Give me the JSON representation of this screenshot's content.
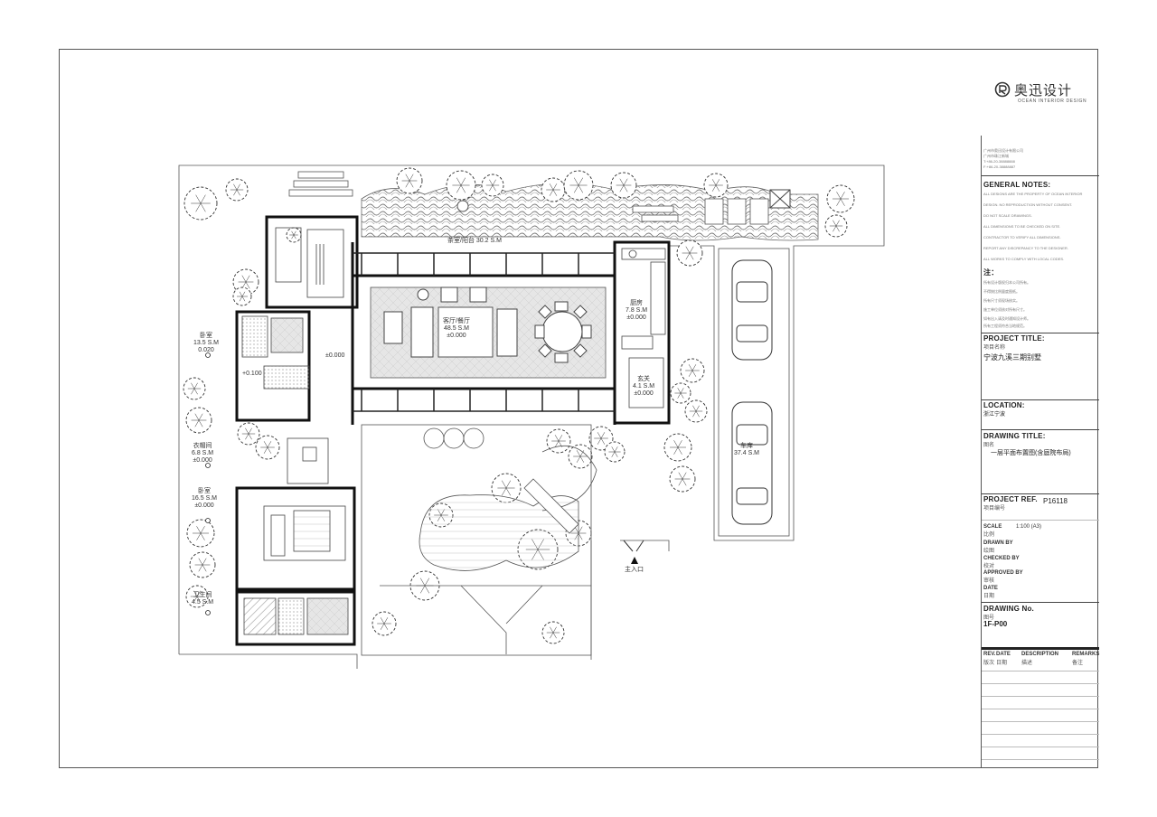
{
  "logo": {
    "name": "奥迅设计",
    "subtitle": "OCEAN INTERIOR DESIGN"
  },
  "company": {
    "lines": [
      "广州市奥迅设计有限公司",
      "广州市珠江新城",
      "T:+86-20-38888888",
      "F:+86-20-38888887"
    ]
  },
  "general_notes": {
    "title": "GENERAL NOTES:",
    "notes_en": [
      "ALL DESIGNS ARE THE PROPERTY OF OCEAN INTERIOR",
      "DESIGN. NO REPRODUCTION WITHOUT CONSENT.",
      "DO NOT SCALE DRAWINGS.",
      "ALL DIMENSIONS TO BE CHECKED ON SITE.",
      "CONTRACTOR TO VERIFY ALL DIMENSIONS.",
      "REPORT ANY DISCREPANCY TO THE DESIGNER.",
      "ALL WORKS TO COMPLY WITH LOCAL CODES."
    ],
    "cn_title": "注：",
    "notes_cn": [
      "所有设计版权归本公司所有。",
      "不得按比例量度图纸。",
      "所有尺寸须现场核实。",
      "施工单位须核对所有尺寸。",
      "如有出入请及时通知设计师。",
      "所有工程须符合当地规范。"
    ]
  },
  "project_title": {
    "label": "PROJECT TITLE:",
    "sub": "项目名称",
    "value": "宁波九溪三期别墅"
  },
  "location": {
    "label": "LOCATION:",
    "value": "浙江宁波"
  },
  "drawing_title": {
    "label": "DRAWING TITLE:",
    "sub": "图名",
    "value": "一层平面布置图(含庭院布局)"
  },
  "project_ref": {
    "label": "PROJECT REF.",
    "sub": "项目编号",
    "value": "P16118"
  },
  "scale": {
    "label": "SCALE",
    "sub": "比例",
    "value": "1:100  (A3)"
  },
  "drawn_by": {
    "label": "DRAWN BY",
    "sub": "绘图"
  },
  "checked_by": {
    "label": "CHECKED BY",
    "sub": "校对"
  },
  "approved_by": {
    "label": "APPROVED BY",
    "sub": "审核"
  },
  "date": {
    "label": "DATE",
    "sub": "日期"
  },
  "drawing_no": {
    "label": "DRAWING No.",
    "sub": "图号",
    "value": "1F-P00"
  },
  "revisions": {
    "rev": "REV.",
    "date": "DATE",
    "description": "DESCRIPTION",
    "remarks": "REMARKS",
    "rev_cn": "版次",
    "date_cn": "日期",
    "desc_cn": "描述",
    "remarks_cn": "备注"
  },
  "rooms": {
    "tea": {
      "name": "茶室/阳台",
      "area": "30.2 S.M"
    },
    "living": {
      "name": "客厅/餐厅",
      "area": "48.5 S.M",
      "level": "±0.000"
    },
    "kitchen": {
      "name": "厨房",
      "area": "7.8 S.M",
      "level": "±0.000"
    },
    "foyer": {
      "name": "玄关",
      "area": "4.1 S.M",
      "level": "±0.000"
    },
    "garage": {
      "name": "车库",
      "area": "37.4 S.M"
    },
    "bedroom1": {
      "name": "卧室",
      "area": "13.5 S.M",
      "level": "0.020"
    },
    "bedroom2": {
      "name": "卧室",
      "area": "16.5 S.M",
      "level": "±0.000"
    },
    "corridor": {
      "name": "衣帽间",
      "area": "6.8 S.M",
      "level": "±0.000"
    },
    "bath2": {
      "name": "卫生间",
      "area": "4.5 S.M"
    },
    "hall_level": "±0.000",
    "stair_level": "+0.100",
    "entrance": "主入口"
  }
}
